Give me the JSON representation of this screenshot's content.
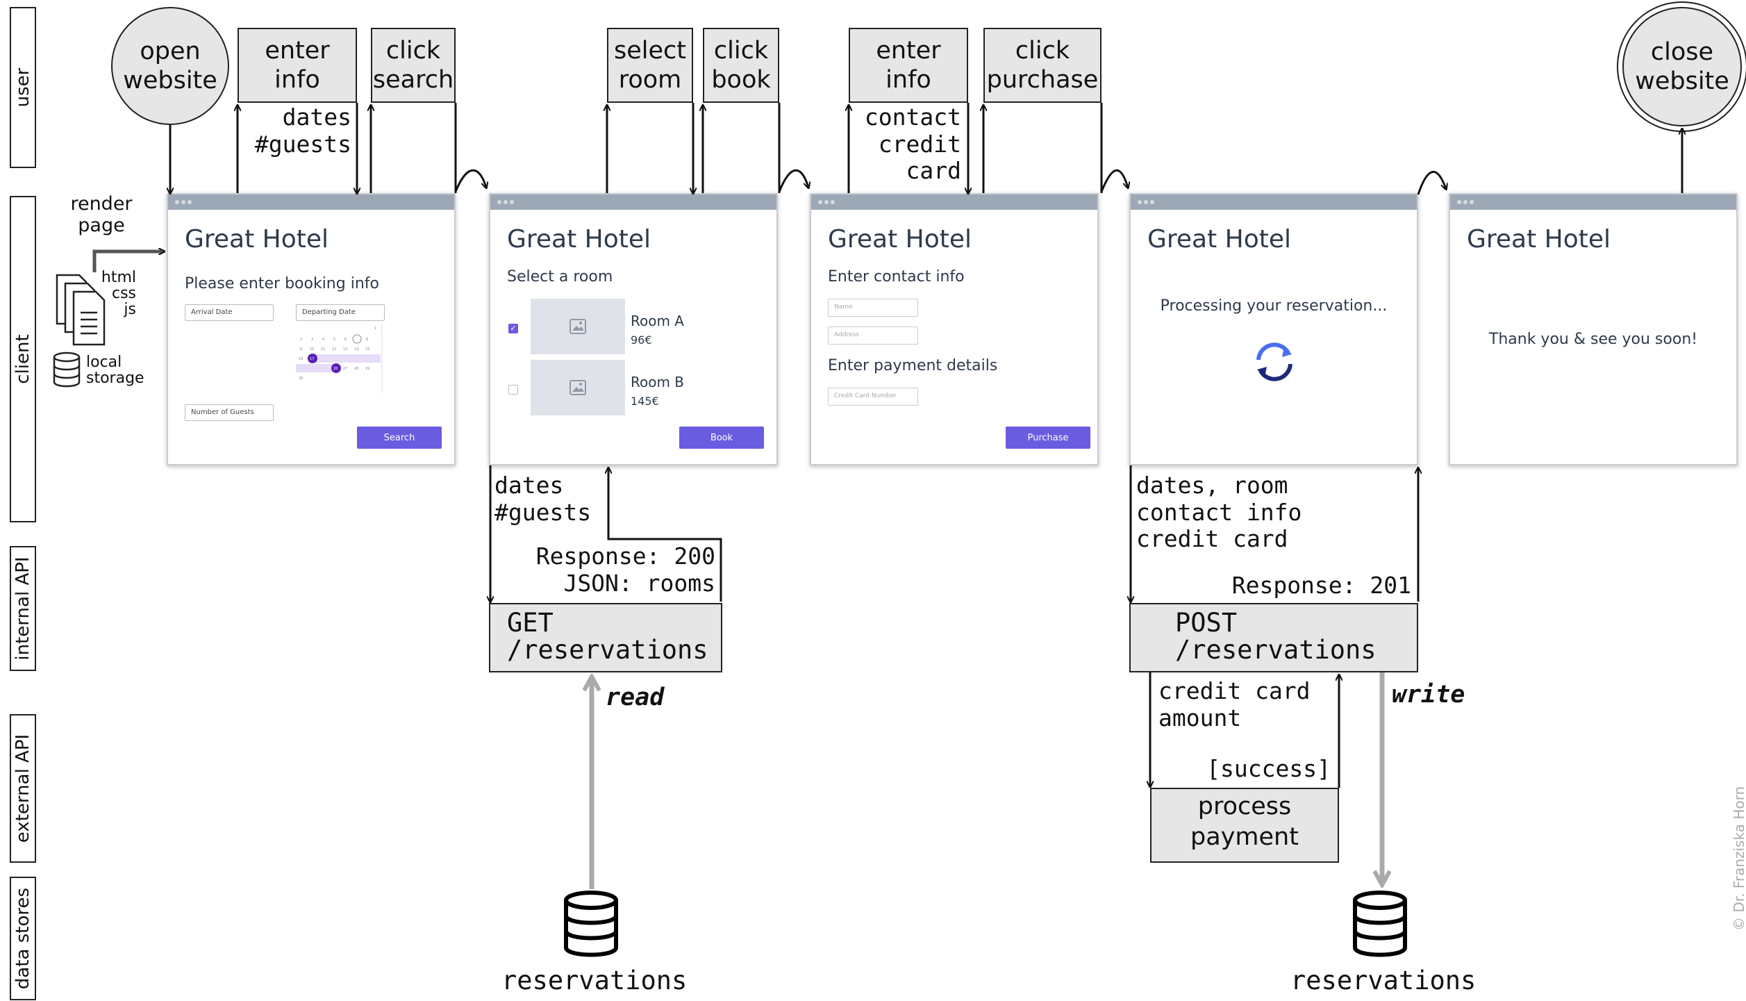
{
  "lanes": [
    "user",
    "client",
    "internal API",
    "external API",
    "data stores"
  ],
  "user_actions": {
    "open": "open\nwebsite",
    "enter_info_1": "enter\ninfo",
    "click_search": "click\nsearch",
    "select_room": "select\nroom",
    "click_book": "click\nbook",
    "enter_info_2": "enter\ninfo",
    "click_purchase": "click\npurchase",
    "close": "close\nwebsite"
  },
  "user_labels": {
    "dates_guests": "dates\n#guests",
    "contact_cc": "contact\ncredit\ncard"
  },
  "client_side": {
    "render_page": "render\npage",
    "files": "html\ncss\njs",
    "local_storage": "local\nstorage"
  },
  "windows": {
    "title": "Great Hotel",
    "w1": {
      "subtitle": "Please enter booking info",
      "arrival": "Arrival Date",
      "departing": "Departing Date",
      "guests": "Number of Guests",
      "button": "Search"
    },
    "w2": {
      "subtitle": "Select a room",
      "room_a": "Room A",
      "price_a": "96€",
      "room_b": "Room B",
      "price_b": "145€",
      "button": "Book"
    },
    "w3": {
      "subtitle": "Enter contact info",
      "name": "Name",
      "address": "Address",
      "payment": "Enter payment details",
      "cc": "Credit Card Number",
      "button": "Purchase"
    },
    "w4": {
      "subtitle": "Processing your reservation..."
    },
    "w5": {
      "subtitle": "Thank you & see you soon!"
    }
  },
  "api": {
    "req_get": "dates\n#guests",
    "resp_get": "Response: 200\n JSON: rooms",
    "get": "GET\n/reservations",
    "req_post": "dates, room\ncontact info\ncredit card",
    "resp_post": "Response: 201",
    "post": "POST\n/reservations",
    "ext_req": "credit card\namount",
    "ext_resp": "[success]",
    "process": "process\npayment",
    "read": "read",
    "write": "write"
  },
  "stores": {
    "left": "reservations",
    "right": "reservations"
  },
  "credit": "© Dr. Franziska Horn",
  "colors": {
    "accent": "#6a5ce0",
    "box": "#e6e6e6",
    "datastore_arrow": "#aaaaaa",
    "window_bar": "#9ca8b6"
  }
}
